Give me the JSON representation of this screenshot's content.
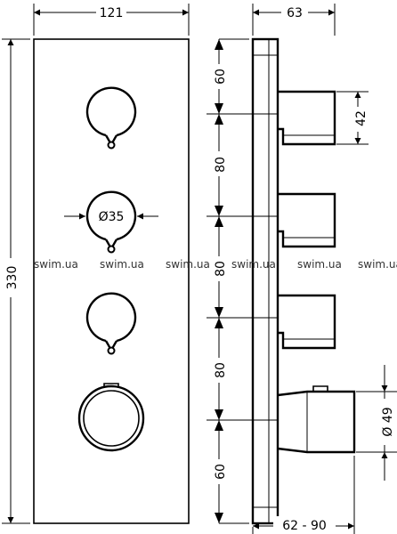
{
  "front_view": {
    "width_label": "121",
    "height_label": "330",
    "diameter_label": "Ø35"
  },
  "side_view": {
    "depth_label": "63",
    "spacing_labels": [
      "60",
      "80",
      "80",
      "80",
      "60"
    ],
    "handle_height_label": "42",
    "knob_diameter_label": "Ø 49",
    "projection_label": "62 - 90"
  },
  "watermark": "swim.ua"
}
